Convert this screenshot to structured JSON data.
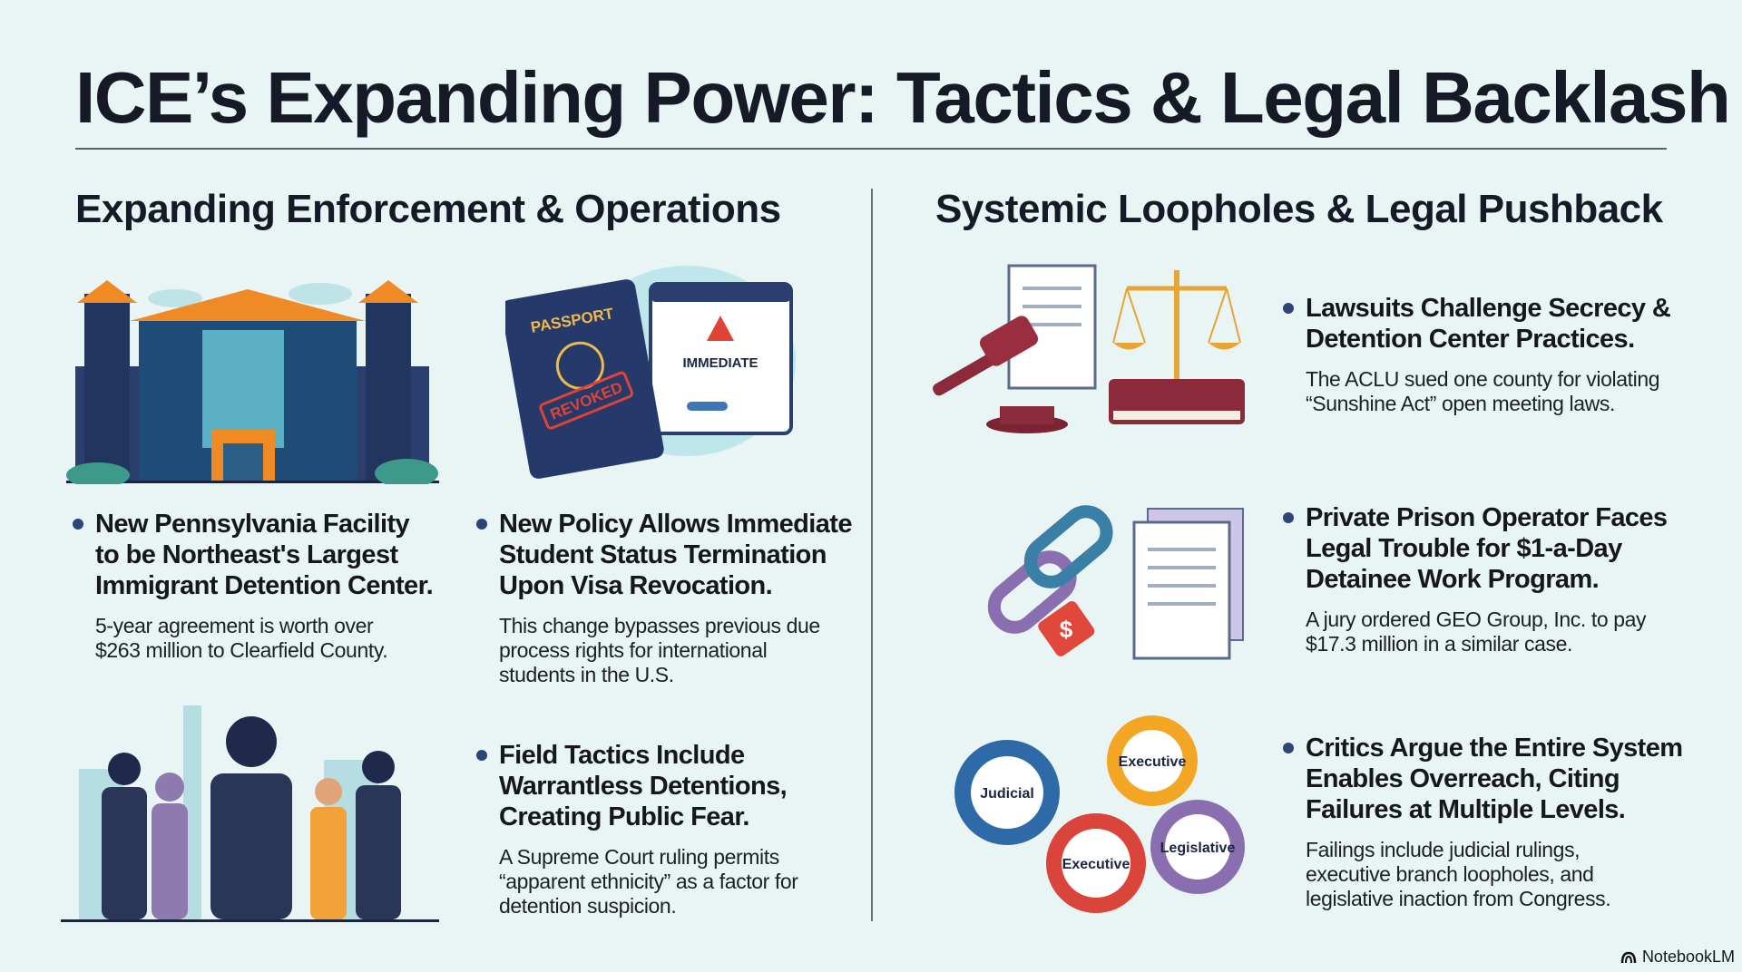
{
  "title": "ICE’s Expanding Power: Tactics & Legal Backlash",
  "left": {
    "heading": "Expanding Enforcement & Operations",
    "items": [
      {
        "lines": [
          "New Pennsylvania Facility",
          "to be Northeast's Largest",
          "Immigrant Detention Center."
        ],
        "body": [
          "5-year agreement is worth over",
          "$263 million to Clearfield County."
        ]
      },
      {
        "lines": [
          "New Policy Allows Immediate",
          "Student Status Termination",
          "Upon Visa Revocation."
        ],
        "body": [
          "This change bypasses previous due",
          "process rights for international",
          "students in the U.S."
        ]
      },
      {
        "lines": [
          "Field Tactics Include",
          "Warrantless Detentions,",
          "Creating Public Fear."
        ],
        "body": [
          "A Supreme Court ruling permits",
          "“apparent ethnicity” as a factor for",
          "detention suspicion."
        ]
      }
    ],
    "illustration_text": {
      "passport": "PASSPORT",
      "revoked": "REVOKED",
      "immediate": "IMMEDIATE"
    }
  },
  "right": {
    "heading": "Systemic Loopholes & Legal Pushback",
    "items": [
      {
        "lines": [
          "Lawsuits Challenge Secrecy &",
          "Detention Center Practices."
        ],
        "body": [
          "The ACLU sued one county for violating",
          "“Sunshine Act” open meeting laws."
        ]
      },
      {
        "lines": [
          "Private Prison Operator Faces",
          "Legal Trouble for $1-a-Day",
          "Detainee Work Program."
        ],
        "body": [
          "A jury ordered GEO Group, Inc. to pay",
          "$17.3 million in a similar case."
        ]
      },
      {
        "lines": [
          "Critics Argue the Entire System",
          "Enables Overreach, Citing",
          "Failures at Multiple Levels."
        ],
        "body": [
          "Failings include judicial rulings,",
          "executive branch loopholes, and",
          "legislative inaction from Congress."
        ]
      }
    ],
    "gears": {
      "judicial": "Judicial",
      "executive_top": "Executive",
      "executive_bottom": "Executive",
      "legislative": "Legislative"
    },
    "price_tag": "$"
  },
  "footer": {
    "brand": "NotebookLM"
  },
  "colors": {
    "background": "#e9f4f4",
    "bullet": "#2d4479",
    "orange": "#f08a24",
    "navy": "#263a66",
    "maroon": "#8a2a3a"
  }
}
